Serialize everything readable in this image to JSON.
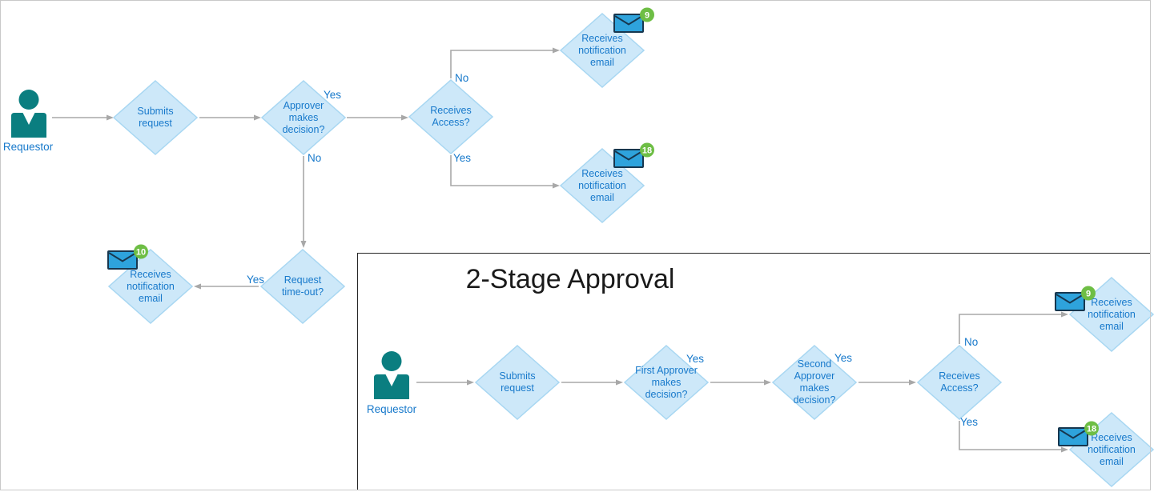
{
  "colors": {
    "diamond_fill": "#CDE8F9",
    "diamond_border": "#A8D7F2",
    "text_blue": "#1779CB",
    "person_teal": "#0A7E80",
    "arrow_gray": "#A8A8A8",
    "badge_green": "#6EBE45",
    "envelope_blue": "#2EA3DC",
    "envelope_dark": "#17374F",
    "box_border": "#262626",
    "canvas_border": "#C9C9C9",
    "title_color": "#1A1A1A"
  },
  "flow1": {
    "actor_label": "Requestor",
    "nodes": {
      "submits": "Submits\nrequest",
      "approver": "Approver\nmakes\ndecision?",
      "access": "Receives\nAccess?",
      "email_no": "Receives\nnotification\nemail",
      "email_yes": "Receives\nnotification\nemail",
      "timeout": "Request\ntime-out?",
      "email_timeout": "Receives\nnotification\nemail"
    },
    "badges": {
      "email_no": "9",
      "email_yes": "18",
      "email_timeout": "10"
    },
    "labels": {
      "approver_yes": "Yes",
      "approver_no": "No",
      "access_no": "No",
      "access_yes": "Yes",
      "timeout_yes": "Yes"
    }
  },
  "flow2": {
    "title": "2-Stage Approval",
    "actor_label": "Requestor",
    "nodes": {
      "submits": "Submits\nrequest",
      "first_approver": "First Approver\nmakes\ndecision?",
      "second_approver": "Second\nApprover\nmakes\ndecision?",
      "access": "Receives\nAccess?",
      "email_no": "Receives\nnotification\nemail",
      "email_yes": "Receives\nnotification\nemail"
    },
    "badges": {
      "email_no": "9",
      "email_yes": "18"
    },
    "labels": {
      "first_yes": "Yes",
      "second_yes": "Yes",
      "access_no": "No",
      "access_yes": "Yes"
    }
  }
}
